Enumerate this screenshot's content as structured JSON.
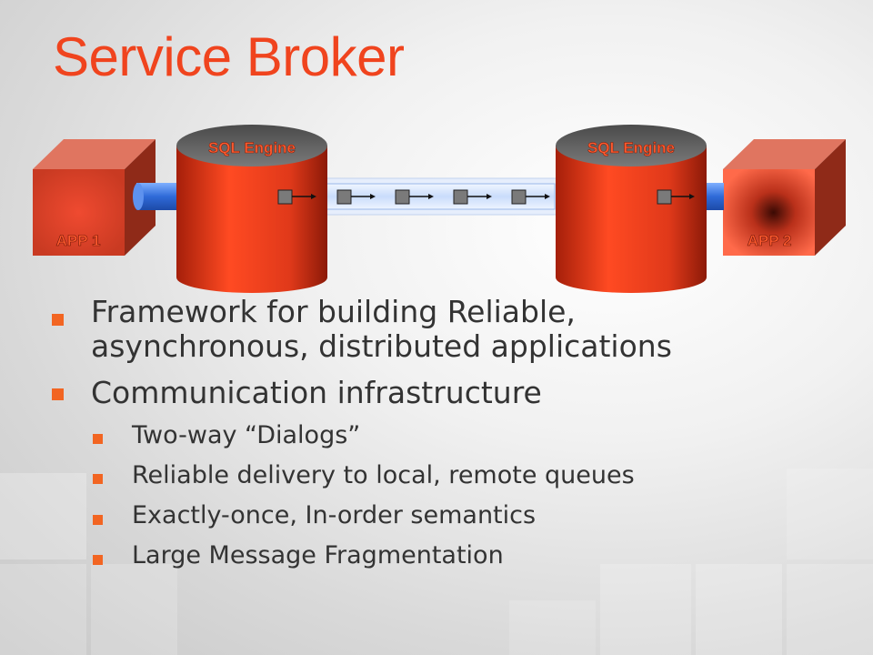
{
  "slide": {
    "title": "Service Broker"
  },
  "diagram": {
    "app1_label": "APP 1",
    "app2_label": "APP 2",
    "engine1_label": "SQL Engine",
    "engine2_label": "SQL Engine",
    "colors": {
      "accent": "#f0441e",
      "cylinder": "#e33a1a",
      "pipe": "#3d7fe0",
      "message_box": "#777777"
    }
  },
  "bullets": [
    {
      "text_line1": "Framework for building Reliable,",
      "text_line2": "asynchronous, distributed applications"
    },
    {
      "text": "Communication infrastructure"
    }
  ],
  "sub_bullets": [
    {
      "text": "Two-way “Dialogs”"
    },
    {
      "text": "Reliable delivery to local, remote queues"
    },
    {
      "text": "Exactly-once, In-order semantics"
    },
    {
      "text": "Large Message Fragmentation"
    }
  ]
}
